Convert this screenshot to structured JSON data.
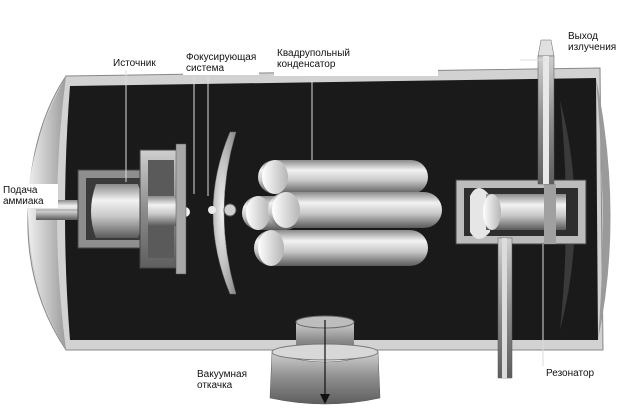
{
  "labels": {
    "source": "Источник",
    "focusing_system": "Фокусирующая\nсистема",
    "quadrupole_condenser": "Квадрупольный\nконденсатор",
    "radiation_output": "Выход\nизлучения",
    "ammonia_feed": "Подача\nаммиака",
    "vacuum_pump": "Вакуумная\nоткачка",
    "resonator": "Резонатор"
  },
  "colors": {
    "chamber": "#1a1a1a",
    "chamber_edge": "#d9d9d9",
    "metal_light": "#e6e6e6",
    "metal_mid": "#9a9a9a",
    "metal_dark": "#4a4a4a"
  }
}
